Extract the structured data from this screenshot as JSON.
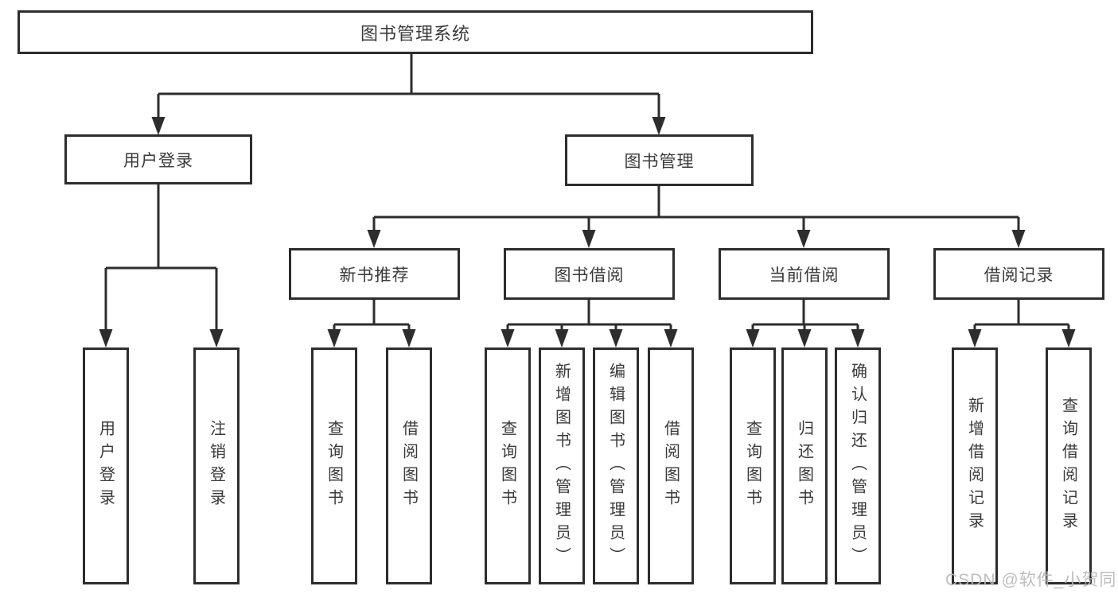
{
  "diagram": {
    "title_node": {
      "label": "图书管理系统"
    },
    "level2": {
      "user_login": {
        "label": "用户登录"
      },
      "book_management": {
        "label": "图书管理"
      }
    },
    "level3": {
      "new_book_recommend": {
        "label": "新书推荐"
      },
      "book_borrow": {
        "label": "图书借阅"
      },
      "current_borrow": {
        "label": "当前借阅"
      },
      "borrow_records": {
        "label": "借阅记录"
      }
    },
    "leaves": {
      "user_login": {
        "label": "用户登录"
      },
      "logout": {
        "label": "注销登录"
      },
      "recommend_query_books": {
        "label": "查询图书"
      },
      "recommend_borrow_books": {
        "label": "借阅图书"
      },
      "borrow_query_books": {
        "label": "查询图书"
      },
      "borrow_add_books": {
        "label": "新增图书（管理员）"
      },
      "borrow_edit_books": {
        "label": "编辑图书（管理员）"
      },
      "borrow_lend_books": {
        "label": "借阅图书"
      },
      "current_query_books": {
        "label": "查询图书"
      },
      "current_return_books": {
        "label": "归还图书"
      },
      "current_confirm_return": {
        "label": "确认归还（管理员）"
      },
      "records_add_record": {
        "label": "新增借阅记录"
      },
      "records_query_record": {
        "label": "查询借阅记录"
      }
    },
    "watermark": {
      "text": "CSDN @软件_小贺同学"
    },
    "colors": {
      "line": "#2d2d2d",
      "text": "#3a3a3a",
      "watermark": "#b9b9b9",
      "background": "#ffffff"
    }
  }
}
